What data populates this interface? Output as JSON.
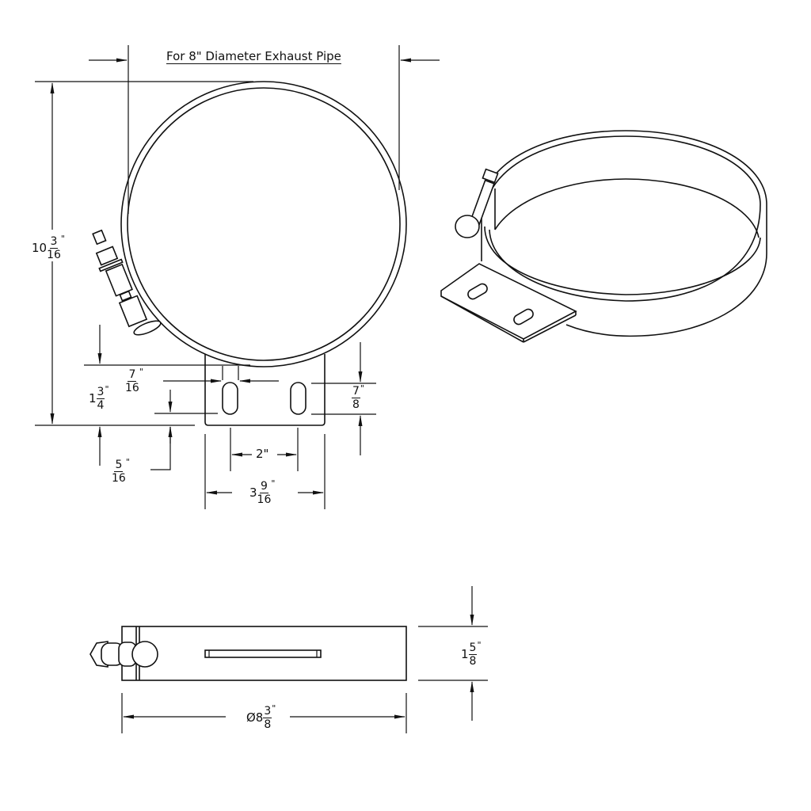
{
  "title": "For 8\" Diameter Exhaust Pipe",
  "dimensions": {
    "overall_height": {
      "whole": "10",
      "num": "3",
      "den": "16",
      "unit": "\""
    },
    "bracket_height": {
      "whole": "1",
      "num": "3",
      "den": "4",
      "unit": "\""
    },
    "slot_width": {
      "whole": "",
      "num": "7",
      "den": "16",
      "unit": "\""
    },
    "slot_length": {
      "whole": "",
      "num": "7",
      "den": "8",
      "unit": "\""
    },
    "slot_offset": {
      "whole": "",
      "num": "5",
      "den": "16",
      "unit": "\""
    },
    "slot_spacing": {
      "label": "2\""
    },
    "bracket_width": {
      "whole": "3",
      "num": "9",
      "den": "16",
      "unit": "\""
    },
    "band_width": {
      "whole": "1",
      "num": "5",
      "den": "8",
      "unit": "\""
    },
    "diameter": {
      "prefix": "Ø8",
      "num": "3",
      "den": "8",
      "unit": "\""
    }
  },
  "views": [
    "front-view",
    "isometric-view",
    "top-view"
  ],
  "colors": {
    "line": "#111111",
    "background": "#ffffff"
  }
}
